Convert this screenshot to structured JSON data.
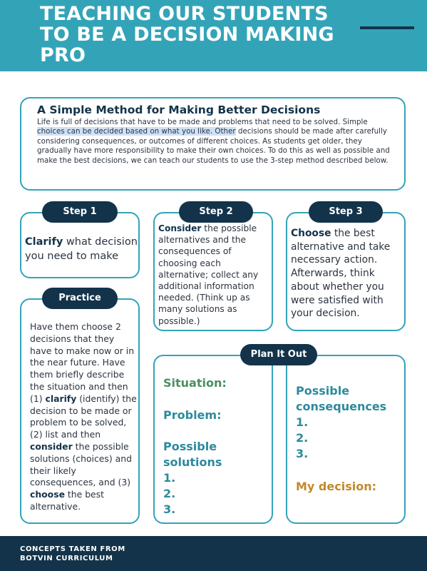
{
  "header": {
    "title": "TEACHING OUR STUDENTS TO BE A DECISION MAKING PRO"
  },
  "intro": {
    "title": "A Simple Method for Making Better Decisions",
    "text_before": "Life is full of decisions that have to be made and problems that need to be solved. Simple ",
    "highlighted": "choices can be decided based on what you like. Other",
    "text_after": " decisions should be made after carefully considering consequences, or outcomes of different choices. As students get older, they gradually have more responsibility to make their own choices. To do this as well as possible and make the best decisions, we can teach our students to use the 3-step method described below."
  },
  "step1": {
    "label": "Step 1",
    "bold": "Clarify",
    "text": " what decision you need to make"
  },
  "step2": {
    "label": "Step 2",
    "bold": "Consider",
    "text": " the possible alternatives and the consequences of choosing each alternative; collect any additional information needed. (Think up as many solutions as possible.)"
  },
  "step3": {
    "label": "Step 3",
    "bold": "Choose",
    "text": " the best alternative and take necessary action. Afterwards, think about whether you were satisfied with your decision."
  },
  "practice": {
    "label": "Practice",
    "t1": "Have them choose 2 decisions that they have to make now or in the near future. Have them briefly describe the situation and then (1) ",
    "b1": "clarify",
    "t2": " (identify) the decision to be made or problem to be solved, (2) list and then ",
    "b2": "consider",
    "t3": " the possible solutions (choices) and their likely consequences, and (3) ",
    "b3": "choose",
    "t4": " the best alternative."
  },
  "plan": {
    "label": "Plan It Out",
    "situation": "Situation:",
    "problem": "Problem:",
    "solutions_line1": "Possible",
    "solutions_line2": "solutions",
    "consequences_line1": "Possible",
    "consequences_line2": "consequences",
    "n1": "1.",
    "n2": "2.",
    "n3": "3.",
    "decision": "My decision:"
  },
  "footer": {
    "line1": "CONCEPTS TAKEN FROM",
    "line2": "BOTVIN CURRICULUM"
  },
  "colors": {
    "teal": "#33a4b8",
    "navy": "#13334a",
    "green": "#4a8f5f",
    "gold": "#c08a2a"
  }
}
